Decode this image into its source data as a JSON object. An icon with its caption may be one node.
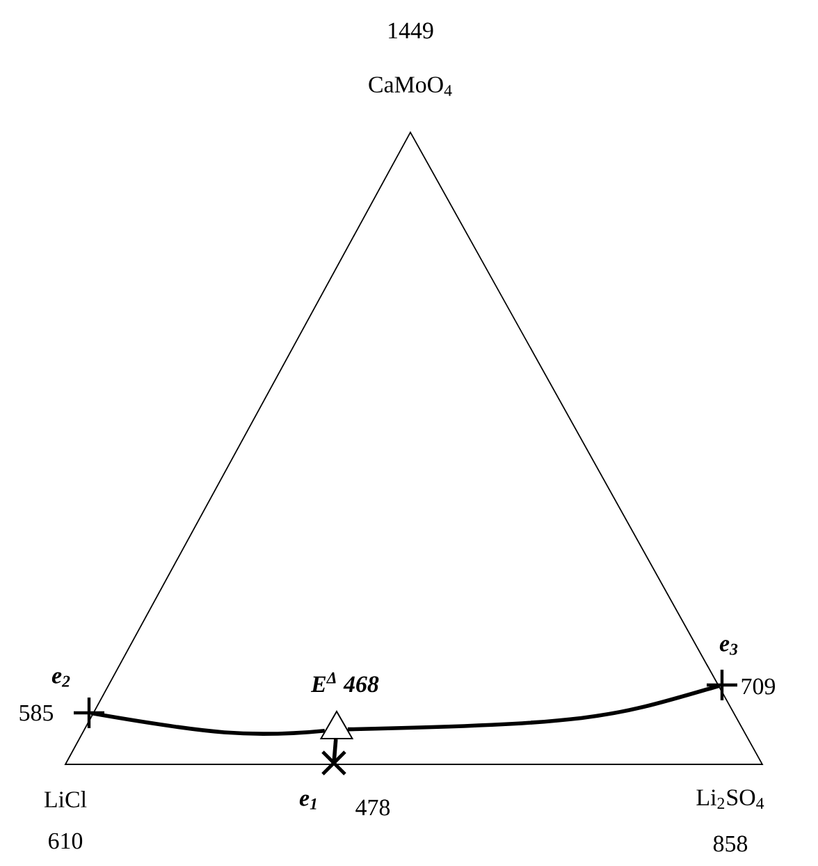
{
  "diagram": {
    "nodes": [
      {
        "text": [
          "e$_{2}$"
        ],
        "beside": [
          "585"
        ]
      },
      {
        "text": [
          "E$^{Δ}$ **468**"
        ]
      },
      {
        "text": [
          "e$_{3}$"
        ],
        "beside": [
          "709"
        ]
      },
      {
        "text": [
          "e$_{1}$"
        ],
        "beside": [
          "478"
        ]
      }
    ],
    "edges": [
      {
        "from": 0,
        "to": 1,
        "arrow": "none"
      },
      {
        "from": 1,
        "to": 2,
        "arrow": "none"
      },
      {
        "from": 3,
        "to": 1,
        "arrow": "none"
      }
    ],
    "labels": [
      "1449",
      "CaMoO$_{4}$",
      "LiCl",
      "610",
      "Li$_{2}$SO$_{4}$",
      "858"
    ]
  }
}
